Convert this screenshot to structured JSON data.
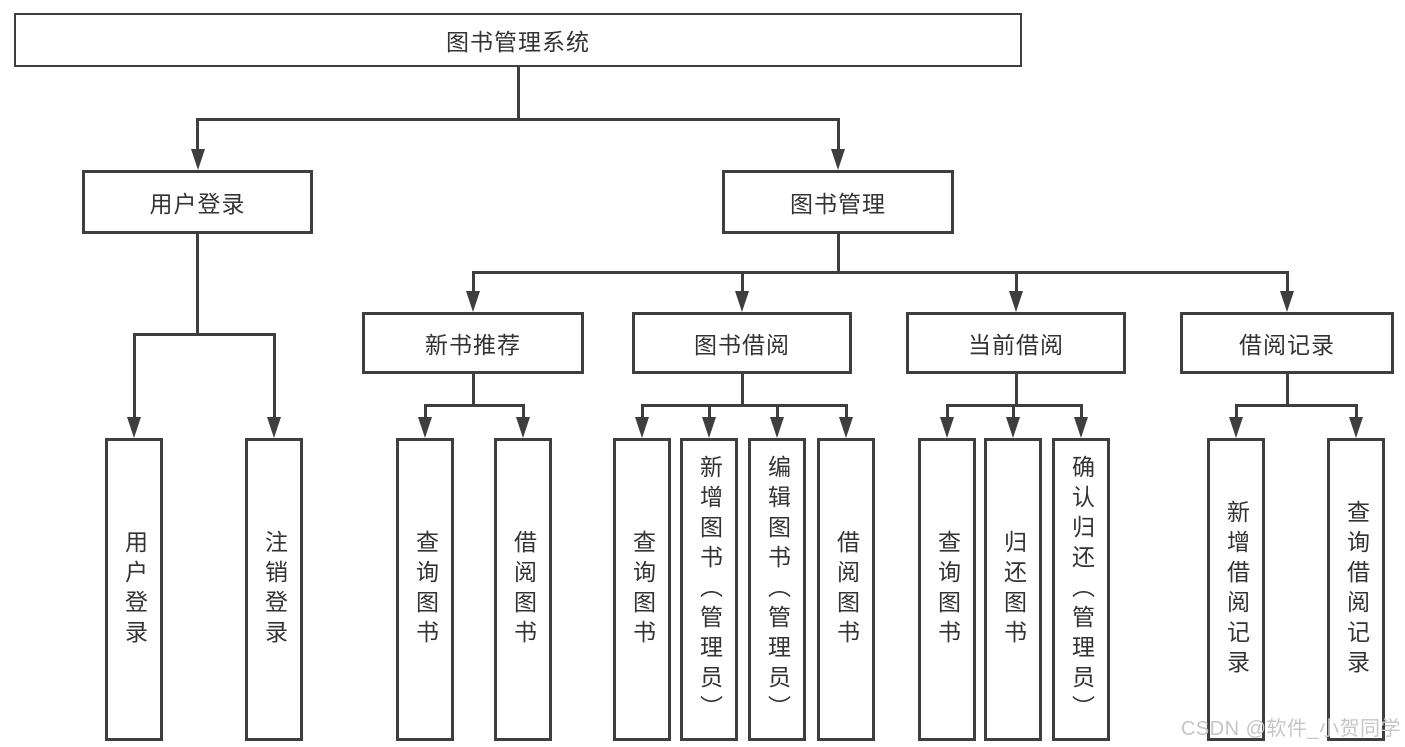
{
  "tree": {
    "root": "图书管理系统",
    "children": [
      {
        "label": "用户登录",
        "children": [
          "用户登录",
          "注销登录"
        ]
      },
      {
        "label": "图书管理",
        "children": [
          {
            "label": "新书推荐",
            "children": [
              "查询图书",
              "借阅图书"
            ]
          },
          {
            "label": "图书借阅",
            "children": [
              "查询图书",
              "新增图书（管理员）",
              "编辑图书（管理员）",
              "借阅图书"
            ]
          },
          {
            "label": "当前借阅",
            "children": [
              "查询图书",
              "归还图书",
              "确认归还（管理员）"
            ]
          },
          {
            "label": "借阅记录",
            "children": [
              "新增借阅记录",
              "查询借阅记录"
            ]
          }
        ]
      }
    ]
  },
  "watermark": "CSDN @软件_小贺同学",
  "colors": {
    "line": "#3e3e3e",
    "text": "#333333",
    "watermark": "#c6c6c6",
    "background": "#ffffff"
  }
}
